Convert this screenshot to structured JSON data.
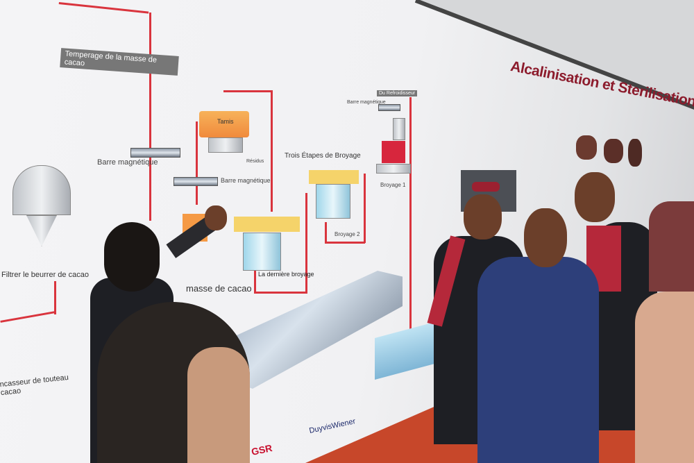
{
  "wall_title": "Alcalinisation et Sterilisation des Nibs de Cacao",
  "diagram": {
    "tempering": "Temperage de la masse de cacao",
    "magnetic_bar_1": "Barre magnétique",
    "magnetic_bar_2": "Barre magnétique",
    "magnetic_bar_3": "Barre magnétique",
    "sieve": "Tamis",
    "residues": "Résidus",
    "three_stages": "Trois Étapes de Broyage",
    "grinding_1": "Broyage 1",
    "grinding_2": "Broyage 2",
    "last_grinding": "La dernière broyage",
    "cooler": "Du Refroidisseur",
    "filter_butter": "Filtrer le beurrer de cacao",
    "cocoa_mass": "masse de cacao",
    "cake_breaker": "ncasseur de touteau\ncacao"
  },
  "logos": {
    "duyvis": "DuyvisWiener",
    "gsr": "GSR"
  },
  "colors": {
    "flow_arrow": "#d9343d",
    "title": "#8c1b2c",
    "floor": "#c7472a",
    "suit": "#2d3f7a"
  }
}
